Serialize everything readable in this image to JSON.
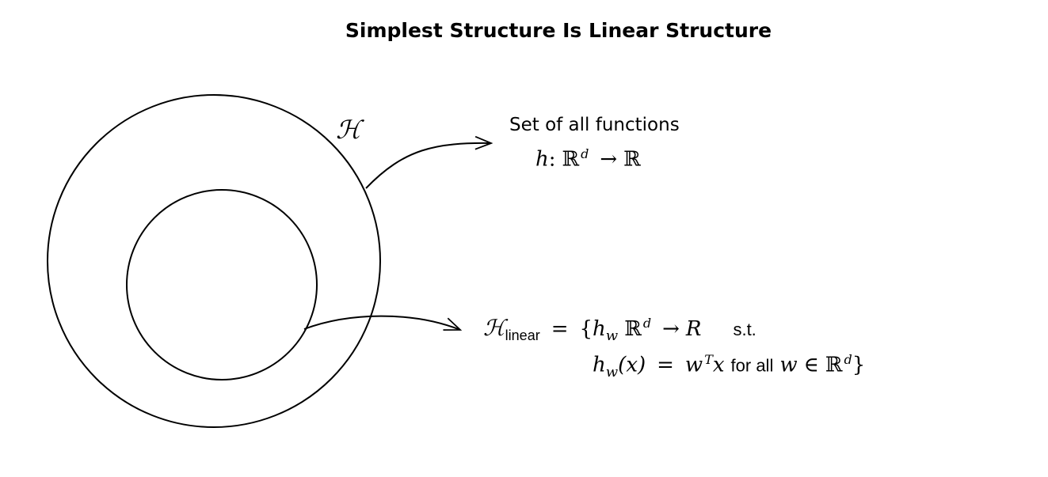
{
  "title": "Simplest Structure Is Linear Structure",
  "outer_set": {
    "label": "ℋ",
    "caption_line1": "Set of all functions",
    "map": {
      "h": "h",
      "colon": ":",
      "domain": "ℝ",
      "domain_exp": "d",
      "arrow": "→",
      "codomain": "ℝ"
    }
  },
  "inner_set": {
    "label": "ℋ",
    "label_sub": "linear",
    "equals": "=",
    "open_brace": "{",
    "h": "h",
    "h_sub": "w",
    "domain": "ℝ",
    "domain_exp": "d",
    "arrow": "→",
    "codomain": "R",
    "st": "s.t.",
    "hw": "h",
    "hw_sub": "w",
    "hw_arg": "(x)",
    "equals2": "=",
    "w": "w",
    "w_exp": "T",
    "x": "x",
    "for_all": "for all",
    "w2": "w",
    "in": "∈",
    "space": "ℝ",
    "space_exp": "d",
    "close_brace": "}"
  }
}
